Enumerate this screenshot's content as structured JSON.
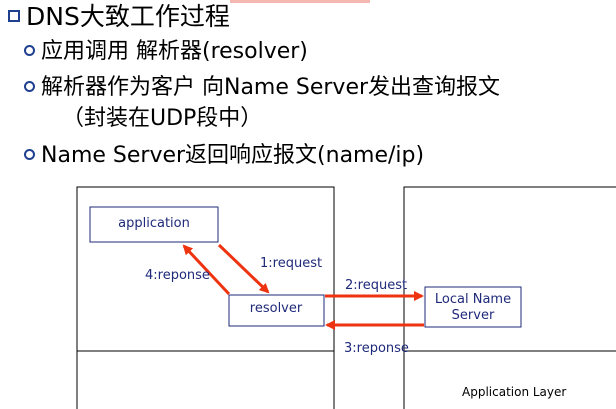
{
  "slide": {
    "title": "DNS大致工作过程",
    "bullets": [
      "应用调用 解析器(resolver)",
      "解析器作为客户 向Name Server发出查询报文",
      "（封装在UDP段中）",
      "Name Server返回响应报文(name/ip)"
    ]
  },
  "diagram": {
    "boxes": {
      "application": "application",
      "resolver": "resolver",
      "local_name_server_line1": "Local Name",
      "local_name_server_line2": "Server"
    },
    "labels": {
      "step1": "1:request",
      "step2": "2:request",
      "step3": "3:reponse",
      "step4": "4:reponse",
      "layer": "Application Layer"
    },
    "colors": {
      "arrow": "#ee3311",
      "box_border": "#1f2a7a",
      "box_text": "#1f2a7a",
      "bullet": "#1f3f8f"
    }
  }
}
